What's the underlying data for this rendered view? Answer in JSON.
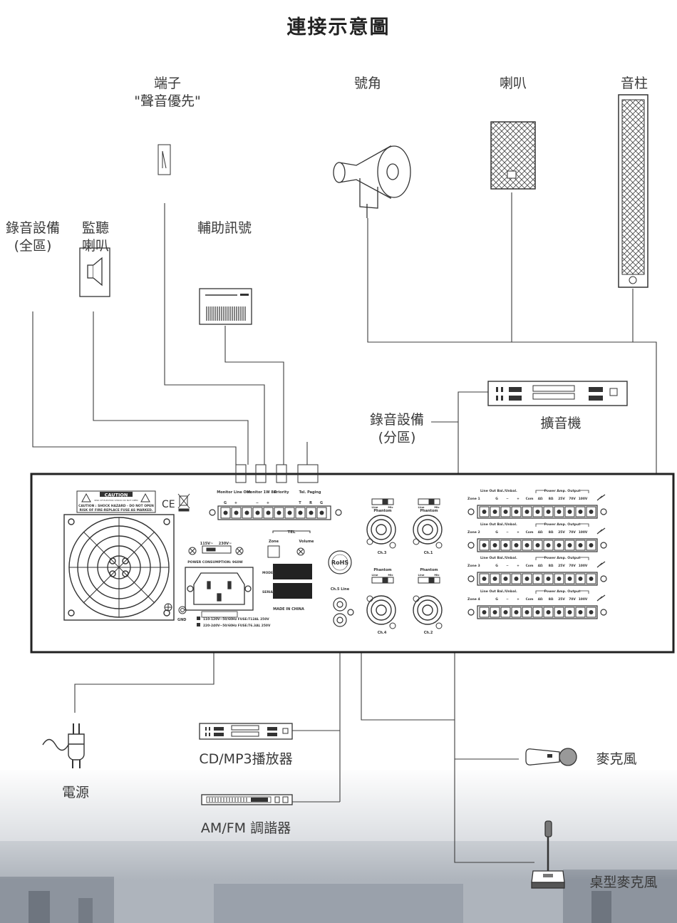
{
  "title": "連接示意圖",
  "labels": {
    "terminal_line1": "端子",
    "terminal_line2": "\"聲音優先\"",
    "horn": "號角",
    "speaker": "喇叭",
    "column": "音柱",
    "rec_all_line1": "錄音設備",
    "rec_all_line2": "(全區)",
    "monitor_line1": "監聽",
    "monitor_line2": "喇叭",
    "aux": "輔助訊號",
    "rec_zone_line1": "錄音設備",
    "rec_zone_line2": "(分區)",
    "booster": "擴音機",
    "power": "電源",
    "cdmp3": "CD/MP3播放器",
    "tuner": "AM/FM 調諧器",
    "mic": "麥克風",
    "desk_mic": "桌型麥克風"
  },
  "panel": {
    "caution": "CAUTION",
    "caution_sub": "RISK OF ELECTRIC SHOCK DO NOT OPEN",
    "caution_line1": "CAUTION : SHOCK HAZARD - DO NOT OPEN",
    "caution_line2": "RISK OF FIRE-REPLACE FUSE AS MARKED.",
    "ce": "CE",
    "monitor_lineout": "Monitor Line Out",
    "monitor_1w": "Monitor 1W 8Ω",
    "priority": "Priority",
    "tel_paging": "Tel. Paging",
    "g": "G",
    "plus": "+",
    "minus": "−",
    "t": "T",
    "r": "R",
    "tel": "TEL",
    "zone": "Zone",
    "volume": "Volume",
    "v115": "115V~",
    "v230": "230V~",
    "power_consumption": "POWER CONSUMPTION: 960W",
    "model": "MODEL",
    "serial": "SERIAL",
    "made_in": "MADE IN CHINA",
    "gnd": "GND",
    "fuse1": "110-120V~50/60Hz FUSE:T12AL 250V",
    "fuse2": "220-240V~50/60Hz FUSE:T6.3AL 250V",
    "rohs": "RoHS",
    "ch5": "Ch.5 Line",
    "phantom": "Phantom",
    "line": "Line",
    "mic": "Mic",
    "ch1": "Ch.1",
    "ch2": "Ch.2",
    "ch3": "Ch.3",
    "ch4": "Ch.4",
    "lineout_bal": "Line Out Bal./Unbal.",
    "power_amp_output": "Power Amp. Output",
    "zone1": "Zone 1",
    "zone2": "Zone 2",
    "zone3": "Zone 3",
    "zone4": "Zone 4",
    "com": "Com",
    "z4ohm": "4Ω",
    "z8ohm": "8Ω",
    "v25": "25V",
    "v70": "70V",
    "v100": "100V"
  }
}
